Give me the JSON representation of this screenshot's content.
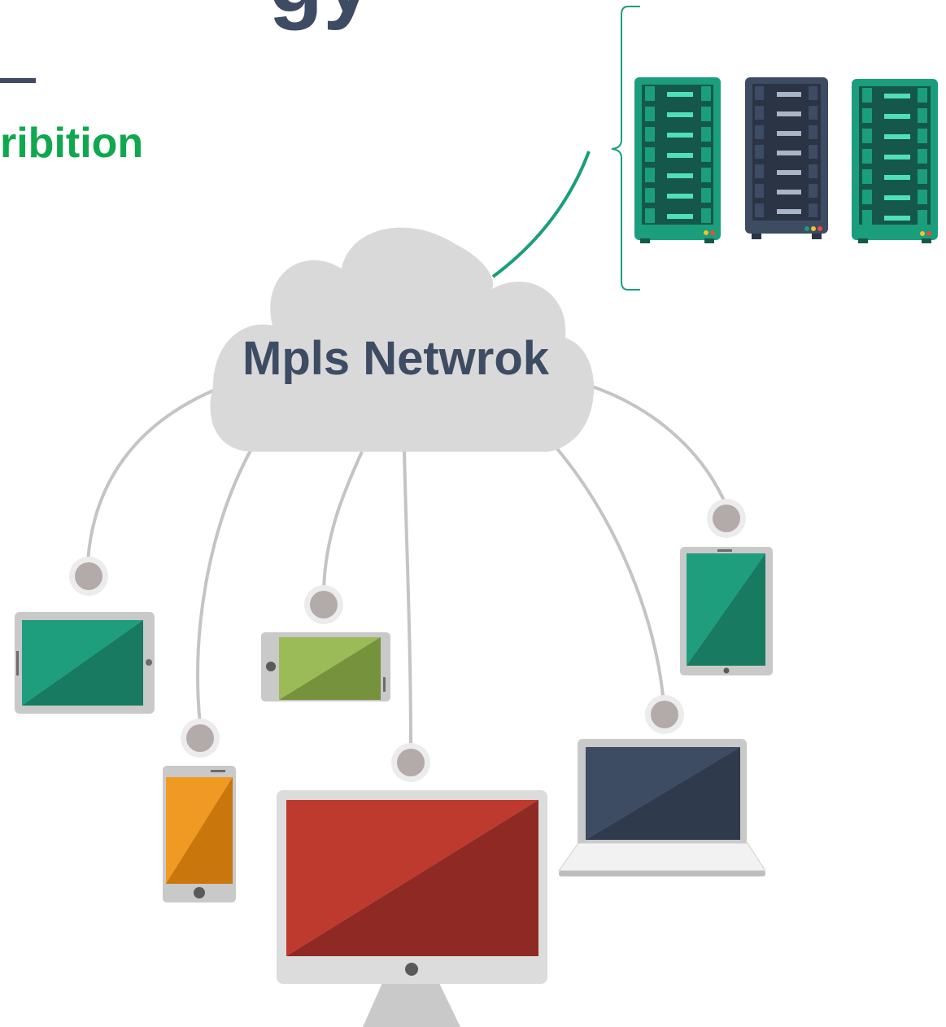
{
  "heading": {
    "title_fragment": "gy",
    "subtitle_fragment": "ribition"
  },
  "cloud": {
    "label": "Mpls Netwrok"
  },
  "servers": [
    {
      "name": "server-rack-1",
      "color": "#1a9e7c"
    },
    {
      "name": "server-rack-2",
      "color": "#3d4b63"
    },
    {
      "name": "server-rack-3",
      "color": "#1a9e7c"
    }
  ],
  "devices": [
    {
      "name": "tablet-landscape",
      "color": "#1f9e7e"
    },
    {
      "name": "smartphone-portrait",
      "color": "#f09a23"
    },
    {
      "name": "smartphone-landscape",
      "color": "#9bbb59"
    },
    {
      "name": "desktop-monitor",
      "color": "#bf3a2e"
    },
    {
      "name": "laptop",
      "color": "#3d4b63"
    },
    {
      "name": "tablet-portrait",
      "color": "#1f9e7e"
    }
  ],
  "colors": {
    "accent_green": "#10a84e",
    "dark_slate": "#3d4b63",
    "teal": "#1a9e7c",
    "cloud": "#d9d9d9",
    "connector": "#c4c4c4",
    "node": "#b3aaaa"
  }
}
